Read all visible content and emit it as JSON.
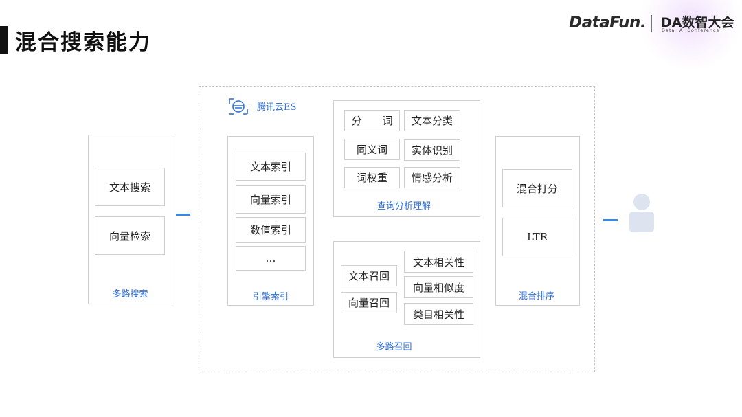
{
  "slide_title": "混合搜索能力",
  "header_logos": {
    "datafun": "DataFun.",
    "da_title": "DA数智大会",
    "da_subtitle": "Data+AI Conference"
  },
  "colors": {
    "accent_blue": "#2e6fd8",
    "connector_blue": "#3a88e6",
    "user_icon": "#dde4ef"
  },
  "multi_search": {
    "items": [
      "文本搜索",
      "向量检索"
    ],
    "caption": "多路搜索"
  },
  "tencent_es": {
    "brand_label": "腾讯云ES",
    "engine_index": {
      "items": [
        "文本索引",
        "向量索引",
        "数值索引",
        "…"
      ],
      "caption": "引擎索引"
    },
    "query_analysis": {
      "items": [
        "分　　词",
        "文本分类",
        "同义词",
        "实体识别",
        "词权重",
        "情感分析"
      ],
      "caption": "查询分析理解"
    },
    "multi_recall": {
      "left_items": [
        "文本召回",
        "向量召回"
      ],
      "right_items": [
        "文本相关性",
        "向量相似度",
        "类目相关性"
      ],
      "caption": "多路召回"
    }
  },
  "hybrid_ranking": {
    "items": [
      "混合打分",
      "LTR"
    ],
    "caption": "混合排序"
  },
  "user_icon": "user-icon"
}
